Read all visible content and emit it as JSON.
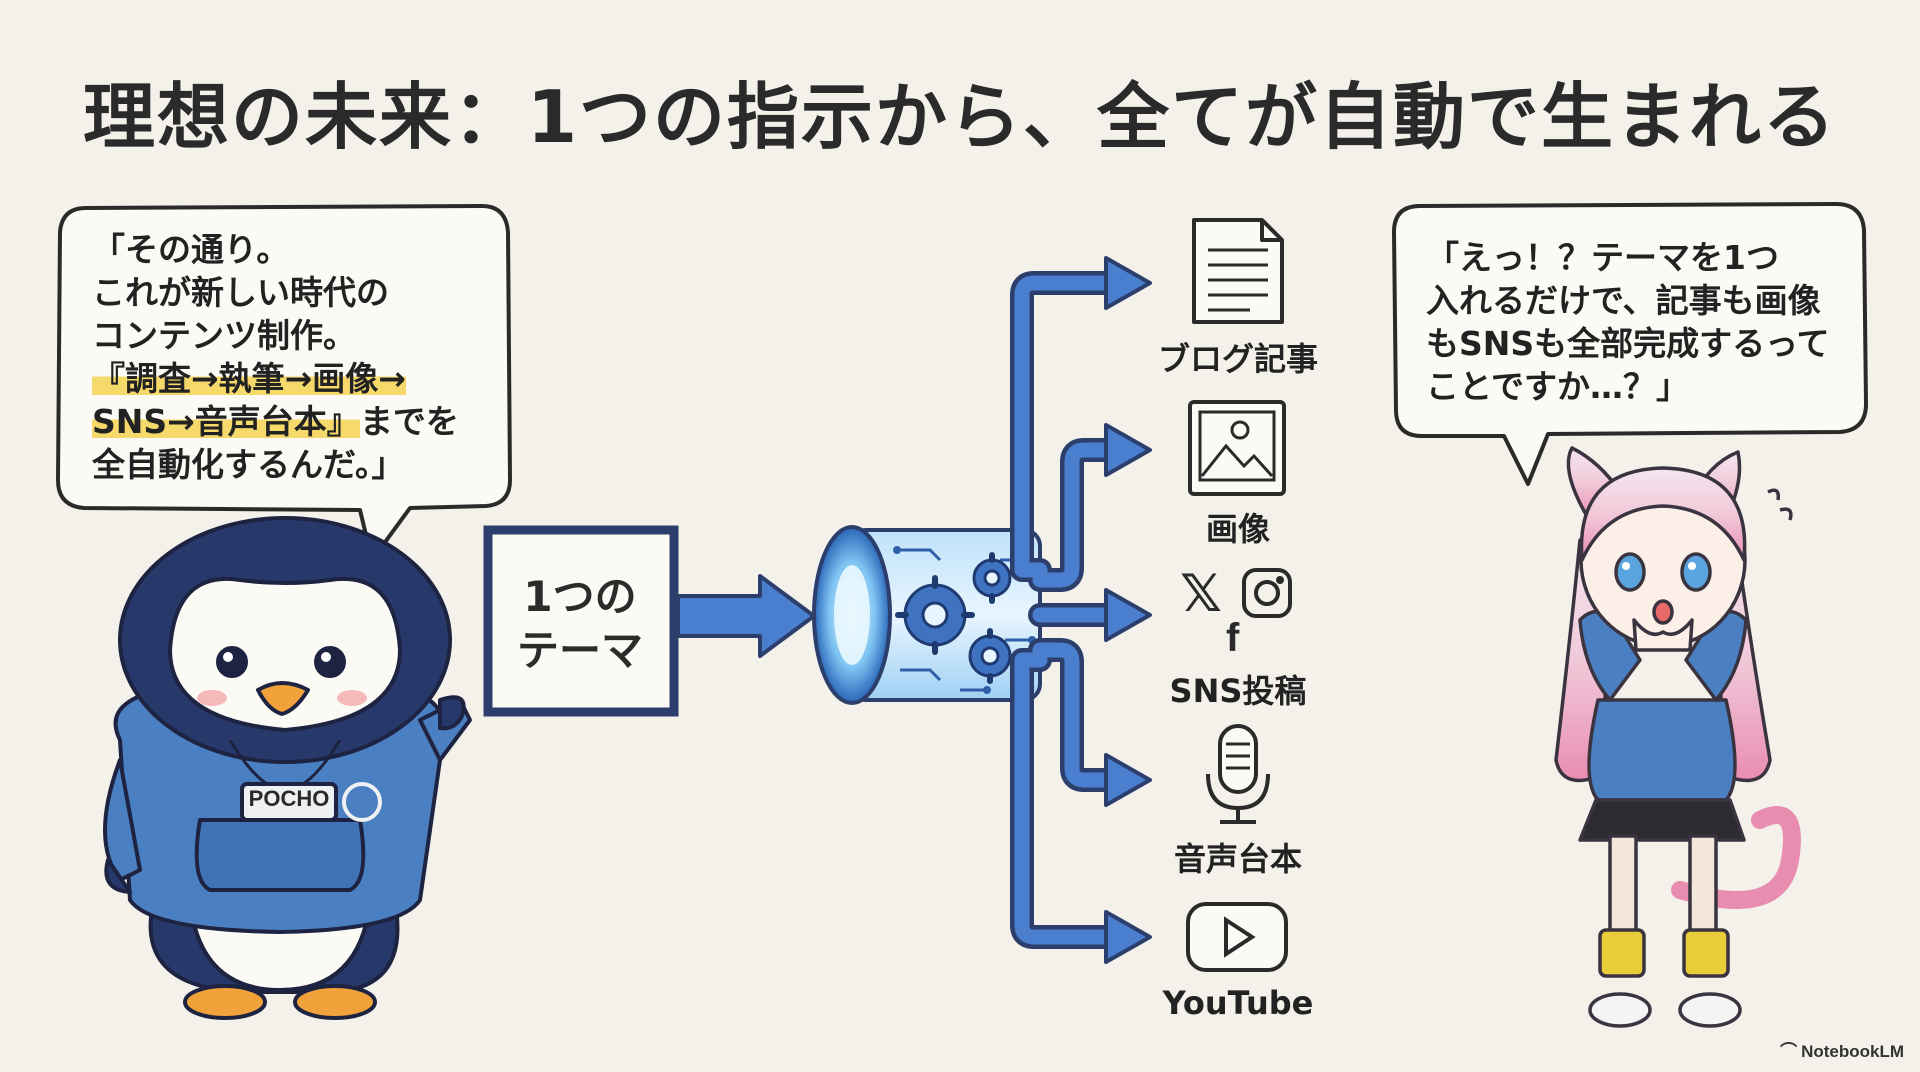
{
  "title": "理想の未来：1つの指示から、全てが自動で生まれる",
  "left_bubble": {
    "lines": [
      "「その通り。",
      "これが新しい時代の",
      "コンテンツ制作。"
    ],
    "highlight_lines": [
      "『調査→執筆→画像→",
      "SNS→音声台本』"
    ],
    "after_highlight": "までを",
    "last_line": "全自動化するんだ。」"
  },
  "right_bubble": {
    "lines": [
      "「えっ！？テーマを1つ",
      "入れるだけで、記事も画像",
      "もSNSも全部完成するって",
      "ことですか…？」"
    ]
  },
  "theme_box": {
    "lines": [
      "1つの",
      "テーマ"
    ]
  },
  "outputs": [
    {
      "label": "ブログ記事",
      "icon": "document-icon"
    },
    {
      "label": "画像",
      "icon": "image-icon"
    },
    {
      "label": "SNS投稿",
      "icon": "social-icons",
      "glyph_x": "𝕏",
      "glyph_f": "f"
    },
    {
      "label": "音声台本",
      "icon": "microphone-icon"
    },
    {
      "label": "YouTube",
      "icon": "youtube-icon"
    }
  ],
  "penguin": {
    "badge": "POCHO"
  },
  "brand": "NotebookLM",
  "colors": {
    "arrow_fill": "#4a7fd0",
    "arrow_stroke": "#2c3e6b",
    "hoodie": "#4a7fc2",
    "penguin_dark": "#27386b"
  }
}
